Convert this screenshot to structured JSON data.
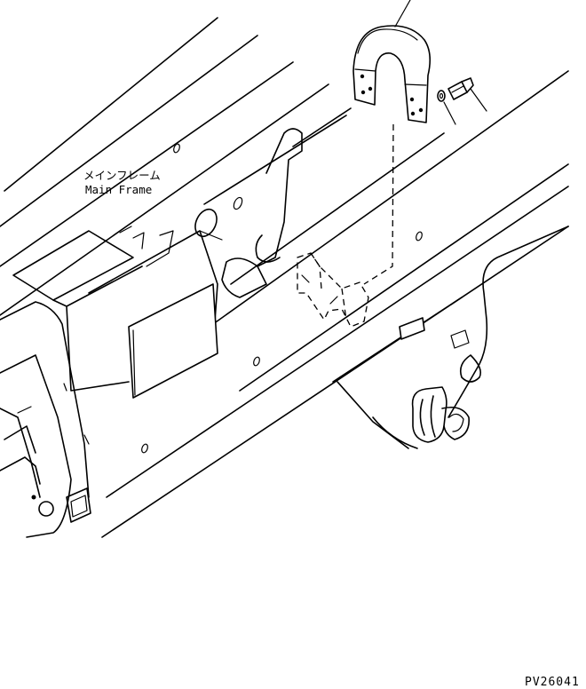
{
  "labels": {
    "main_frame_jp": "メインフレーム",
    "main_frame_en": "Main Frame",
    "drawing_code": "PV26041"
  }
}
